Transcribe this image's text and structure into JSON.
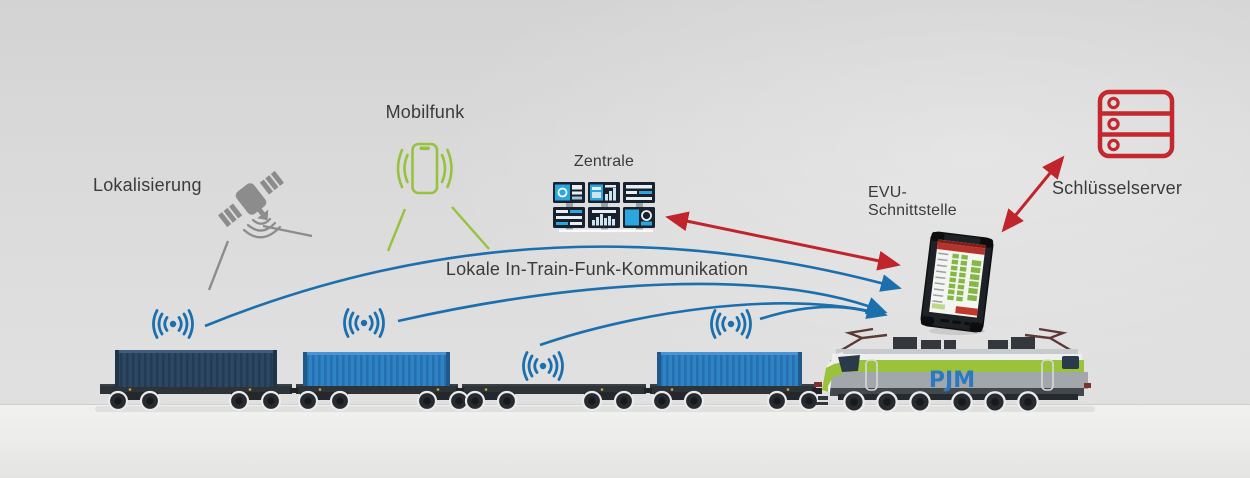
{
  "labels": {
    "lokalisierung": "Lokalisierung",
    "mobilfunk": "Mobilfunk",
    "zentrale": "Zentrale",
    "evu_line1": "EVU-",
    "evu_line2": "Schnittstelle",
    "in_train_funk": "Lokale In-Train-Funk-Kommunikation",
    "schluesselserver": "Schlüsselserver"
  },
  "train": {
    "loco_logo": "PJM",
    "wagon_count": 4,
    "container_count": 3,
    "antenna_count": 4
  },
  "icons": [
    {
      "name": "satellite-icon",
      "meaning": "Lokalisierung (GPS Satellit)",
      "color": "#8C8C8C"
    },
    {
      "name": "smartphone-signal-icon",
      "meaning": "Mobilfunk",
      "color": "#96C23E"
    },
    {
      "name": "monitor-wall-icon",
      "meaning": "Zentrale Leitstelle",
      "color": "#18222E"
    },
    {
      "name": "tablet-device",
      "meaning": "EVU-Schnittstelle",
      "color": "#1E2125"
    },
    {
      "name": "key-server-icon",
      "meaning": "Schlüsselserver",
      "color": "#C2282D"
    },
    {
      "name": "radio-antenna-icon",
      "meaning": "In-Train-Funkknoten am Wagen",
      "color": "#1C6FAD"
    }
  ],
  "connections": [
    {
      "from": "satellite",
      "to": "train",
      "style": "gray-line"
    },
    {
      "from": "mobilfunk",
      "to": "train",
      "style": "green-line"
    },
    {
      "from": "zentrale",
      "to": "evu-tablet",
      "style": "red-double-arrow"
    },
    {
      "from": "evu-tablet",
      "to": "schluesselserver",
      "style": "red-double-arrow"
    },
    {
      "from": "wagon-antenna-1",
      "to": "evu-tablet",
      "style": "blue-arc"
    },
    {
      "from": "wagon-antenna-2",
      "to": "evu-tablet",
      "style": "blue-arc"
    },
    {
      "from": "wagon-antenna-3",
      "to": "evu-tablet",
      "style": "blue-arc"
    },
    {
      "from": "wagon-antenna-4",
      "to": "evu-tablet",
      "style": "blue-arc"
    }
  ],
  "colors": {
    "blue": "#1C6FAD",
    "green": "#96C23E",
    "red": "#C0252B",
    "gray_line": "#8C8C8C",
    "container_dark": "#2C4763",
    "container_blue": "#2E82C6",
    "loco_green": "#9BC23B",
    "logo_blue": "#2B79BE",
    "text": "#3B3B3B"
  }
}
